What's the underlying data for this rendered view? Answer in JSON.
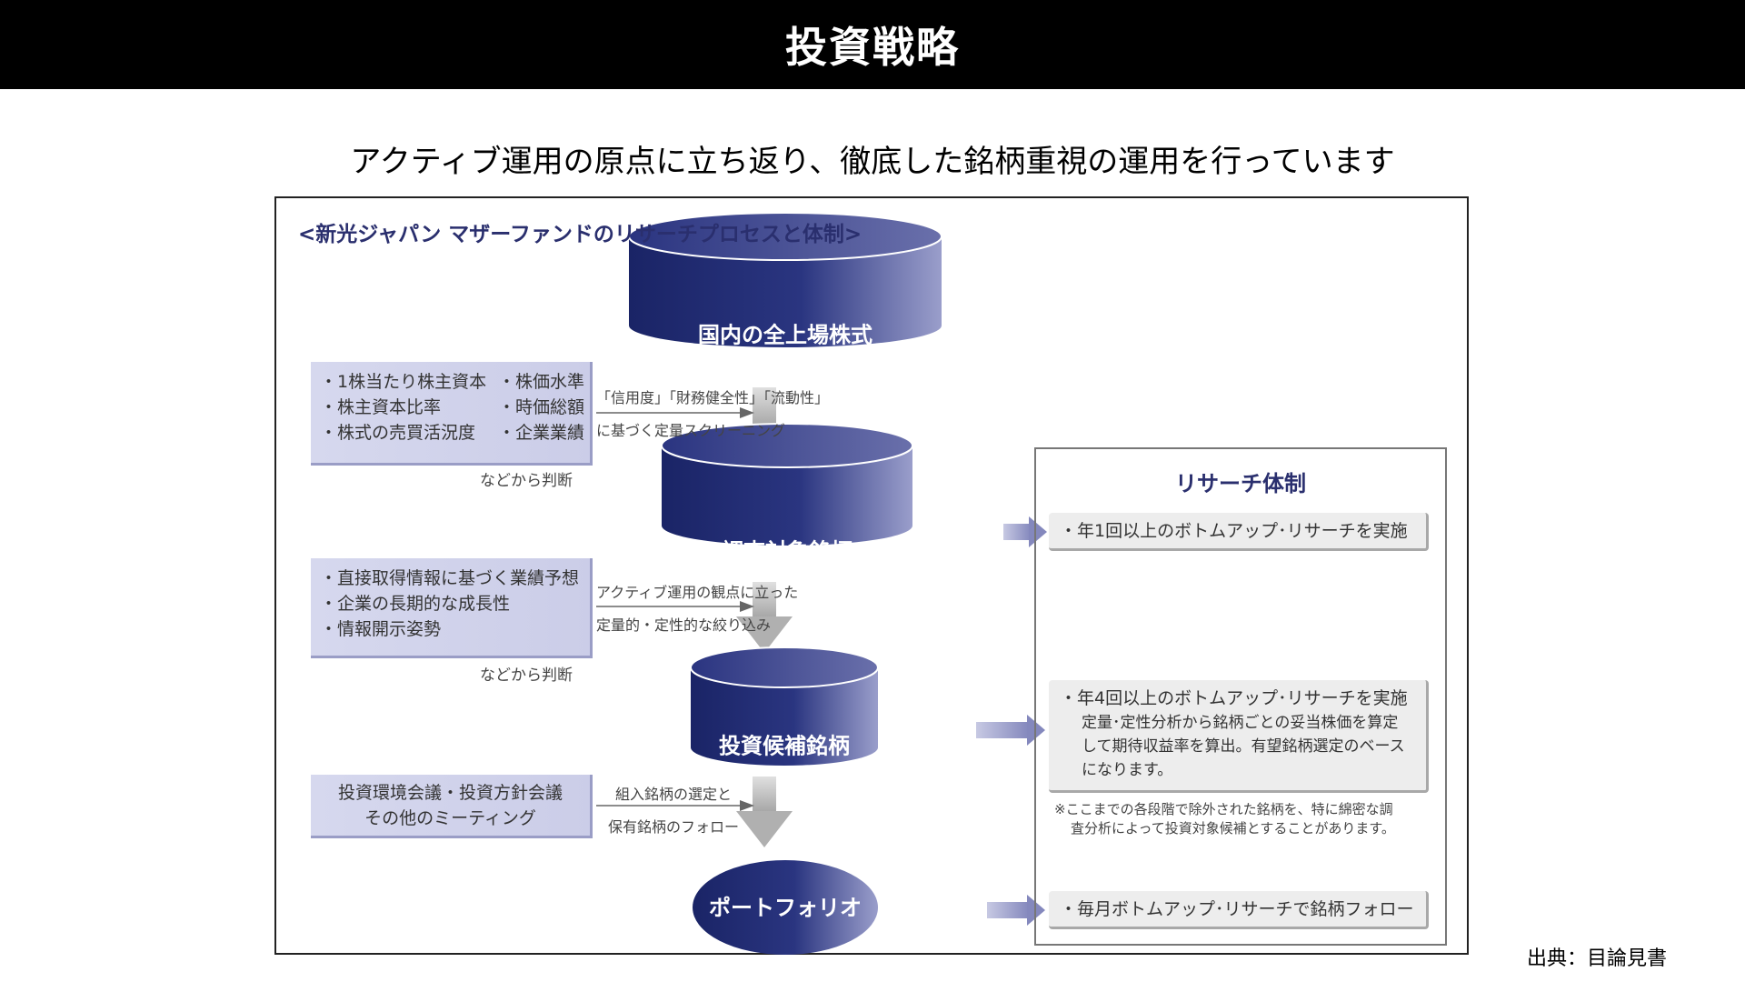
{
  "header": {
    "title": "投資戦略"
  },
  "subtitle": "アクティブ運用の原点に立ち返り、徹底した銘柄重視の運用を行っています",
  "panel": {
    "title": "<新光ジャパン マザーファンドのリサーチプロセスと体制>",
    "stages": [
      {
        "label": "国内の全上場株式"
      },
      {
        "label": "調査対象銘柄"
      },
      {
        "label": "投資候補銘柄"
      },
      {
        "label": "ポートフォリオ"
      }
    ],
    "criteria": [
      {
        "rows": [
          [
            "・1株当たり株主資本",
            "・株価水準"
          ],
          [
            "・株主資本比率",
            "・時価総額"
          ],
          [
            "・株式の売買活況度",
            "・企業業績"
          ]
        ],
        "footer": "などから判断",
        "arrow_text": [
          "「信用度」「財務健全性」「流動性」",
          "に基づく定量スクリーニング"
        ]
      },
      {
        "rows": [
          [
            "・直接取得情報に基づく業績予想"
          ],
          [
            "・企業の長期的な成長性"
          ],
          [
            "・情報開示姿勢"
          ]
        ],
        "footer": "などから判断",
        "arrow_text": [
          "アクティブ運用の観点に立った",
          "定量的・定性的な絞り込み"
        ]
      },
      {
        "rows": [
          [
            "投資環境会議・投資方針会議"
          ],
          [
            "その他のミーティング"
          ]
        ],
        "footer": "",
        "arrow_text": [
          "組入銘柄の選定と",
          "保有銘柄のフォロー"
        ]
      }
    ],
    "research": {
      "title": "リサーチ体制",
      "items": [
        {
          "lines": [
            "・年1回以上のボトムアップ･リサーチを実施"
          ]
        },
        {
          "lines": [
            "・年4回以上のボトムアップ･リサーチを実施",
            "定量･定性分析から銘柄ごとの妥当株価を算定",
            "して期待収益率を算出。有望銘柄選定のベース",
            "になります。"
          ]
        },
        {
          "lines": [
            "・毎月ボトムアップ･リサーチで銘柄フォロー"
          ]
        }
      ],
      "note": [
        "※ここまでの各段階で除外された銘柄を、特に綿密な調",
        "査分析によって投資対象候補とすることがあります。"
      ]
    }
  },
  "source": "出典：目論見書",
  "colors": {
    "cylinder_dark": "#1f2a6b",
    "cylinder_light": "#8a8fc2",
    "panel_title": "#2a2f6e",
    "criteria_box": "#cfd1ea",
    "flow_arrow": "#bdbdbd"
  }
}
